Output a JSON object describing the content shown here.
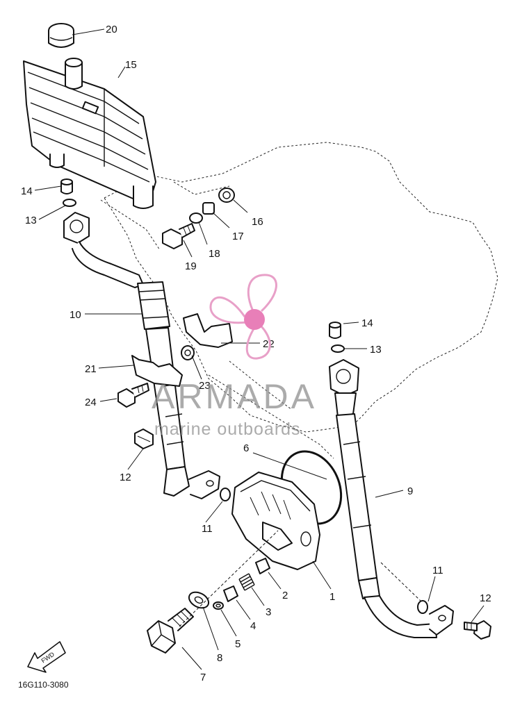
{
  "diagram": {
    "callouts": {
      "c1": "1",
      "c2": "2",
      "c3": "3",
      "c4": "4",
      "c5": "5",
      "c6": "6",
      "c7": "7",
      "c8": "8",
      "c9": "9",
      "c10": "10",
      "c11a": "11",
      "c11b": "11",
      "c12a": "12",
      "c12b": "12",
      "c13a": "13",
      "c13b": "13",
      "c14a": "14",
      "c14b": "14",
      "c15": "15",
      "c16": "16",
      "c17": "17",
      "c18": "18",
      "c19": "19",
      "c20": "20",
      "c21": "21",
      "c22": "22",
      "c23": "23",
      "c24": "24"
    },
    "fwd_label": "FWD",
    "drawing_code": "16G110-3080"
  },
  "watermark": {
    "title": "ARMADA",
    "subtitle": "marine outboards",
    "colors": {
      "petal": "#e8a0c8",
      "center": "#e87fb8",
      "text": "#8f8f8f"
    }
  }
}
